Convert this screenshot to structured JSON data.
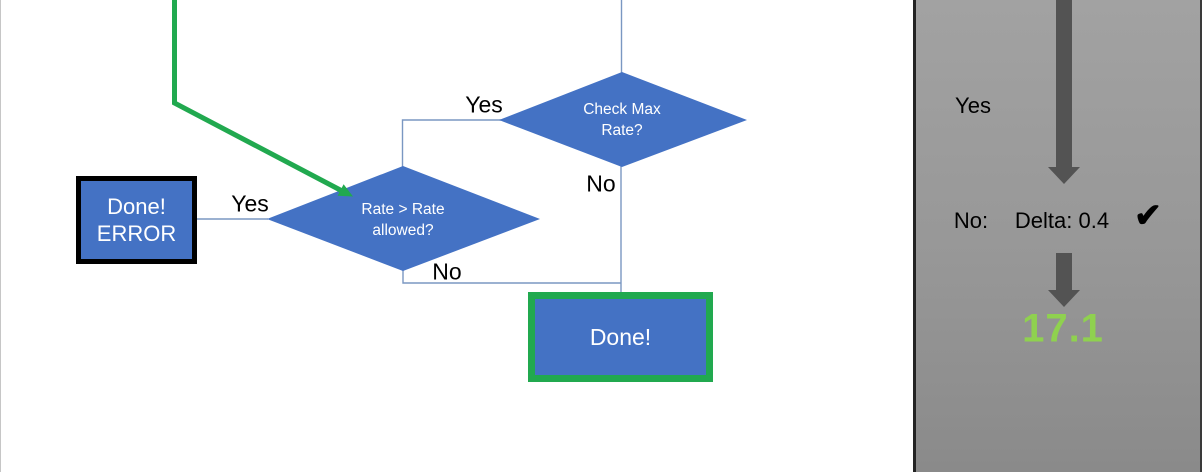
{
  "colors": {
    "node_blue": "#4472C4",
    "connector_blue": "#7A97C2",
    "green": "#21A94F",
    "black": "#000000",
    "white_text": "#ffffff",
    "panel_gray_top": "#a2a2a2",
    "panel_gray_bottom": "#8a8a8a",
    "panel_arrow_gray": "#535353",
    "result_green": "#8FD14F"
  },
  "flowchart": {
    "check_max_node": {
      "line1": "Check Max",
      "line2": "Rate?"
    },
    "rate_node": {
      "line1": "Rate > Rate",
      "line2": "allowed?"
    },
    "done_error_node": {
      "line1": "Done!",
      "line2": "ERROR"
    },
    "done_node": {
      "label": "Done!"
    },
    "labels": {
      "check_max_yes": "Yes",
      "check_max_no": "No",
      "rate_yes": "Yes",
      "rate_no": "No"
    }
  },
  "side_panel": {
    "yes_label": "Yes",
    "no_label": "No:",
    "delta_value": "Delta: 0.4",
    "check_icon": "✔",
    "result_value": "17.1"
  }
}
